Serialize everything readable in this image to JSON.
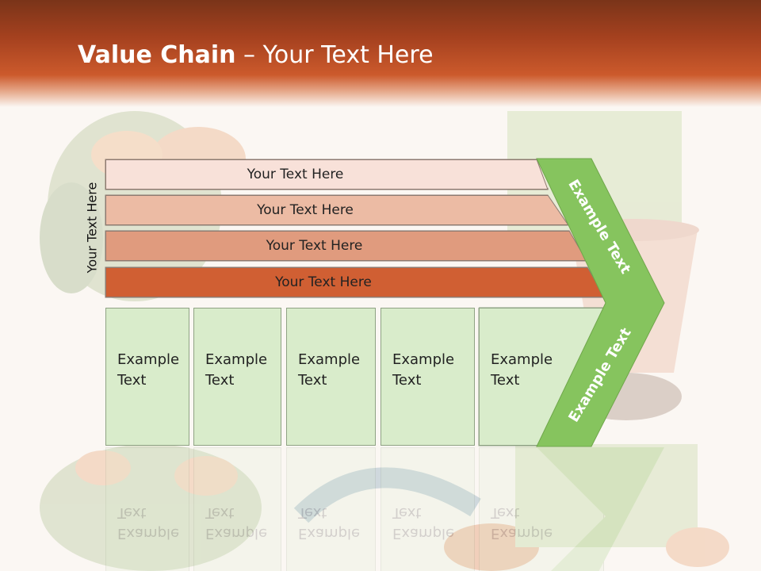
{
  "slide": {
    "title_bold": "Value Chain",
    "title_rest": " – Your Text Here",
    "side_label": "Your Text Here",
    "bars": [
      {
        "label": "Your Text Here",
        "color": "#f8e1d9"
      },
      {
        "label": "Your Text Here",
        "color": "#ecbba4"
      },
      {
        "label": "Your Text Here",
        "color": "#e09b7e"
      },
      {
        "label": "Your Text Here",
        "color": "#d05f33"
      }
    ],
    "boxes": [
      {
        "line1": "Example",
        "line2": "Text"
      },
      {
        "line1": "Example",
        "line2": "Text"
      },
      {
        "line1": "Example",
        "line2": "Text"
      },
      {
        "line1": "Example",
        "line2": "Text"
      },
      {
        "line1": "Example",
        "line2": "Text"
      }
    ],
    "chevron": {
      "upper_label": "Example Text",
      "lower_label": "Example Text",
      "color": "#86c45e"
    },
    "colors": {
      "header_dark": "#7a3419",
      "header_light": "#cc5a2c",
      "box_fill": "#d9eccb"
    }
  }
}
